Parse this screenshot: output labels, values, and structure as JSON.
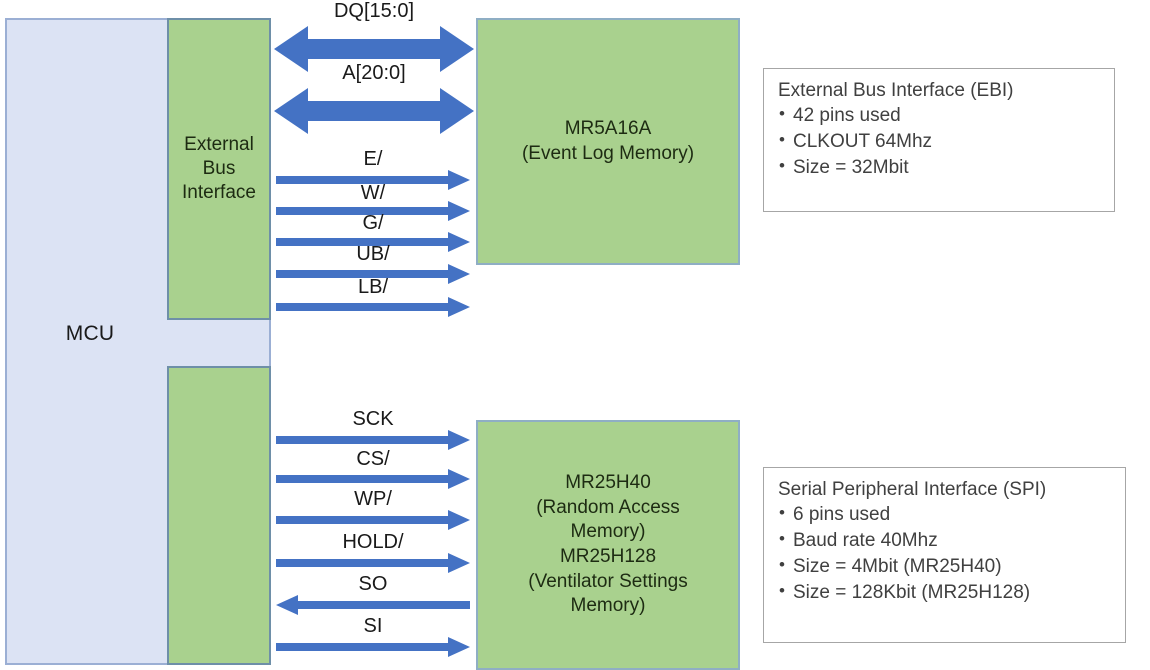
{
  "diagram": {
    "title": "MCU external memory interface block diagram",
    "colors": {
      "blue_arrow": "#4472C4",
      "block_green": "#A9D18E",
      "mcu_blue": "#DCE3F4",
      "border_blue": "#9BAFD4",
      "info_border": "#A6A6A6",
      "text_dark": "#404040"
    }
  },
  "mcu": {
    "label": "MCU",
    "ebi_sub_block": {
      "line1": "External",
      "line2": "Bus",
      "line3": "Interface"
    },
    "spi_sub_block": {
      "label": ""
    }
  },
  "memories": {
    "event_log": {
      "part": "MR5A16A",
      "description": "(Event Log Memory)"
    },
    "spi_memory": {
      "part1": "MR25H40",
      "desc1_line1": "(Random Access",
      "desc1_line2": "Memory)",
      "part2": "MR25H128",
      "desc2_line1": "(Ventilator Settings",
      "desc2_line2": "Memory)"
    }
  },
  "ebi_signals": [
    {
      "name": "DQ[15:0]",
      "direction": "bidirectional",
      "style": "wide"
    },
    {
      "name": "A[20:0]",
      "direction": "bidirectional",
      "style": "wide"
    },
    {
      "name": "E/",
      "direction": "right",
      "style": "thin"
    },
    {
      "name": "W/",
      "direction": "right",
      "style": "thin"
    },
    {
      "name": "G/",
      "direction": "right",
      "style": "thin"
    },
    {
      "name": "UB/",
      "direction": "right",
      "style": "thin"
    },
    {
      "name": "LB/",
      "direction": "right",
      "style": "thin"
    }
  ],
  "spi_signals": [
    {
      "name": "SCK",
      "direction": "right",
      "style": "thin"
    },
    {
      "name": "CS/",
      "direction": "right",
      "style": "thin"
    },
    {
      "name": "WP/",
      "direction": "right",
      "style": "thin"
    },
    {
      "name": "HOLD/",
      "direction": "right",
      "style": "thin"
    },
    {
      "name": "SO",
      "direction": "left",
      "style": "thin"
    },
    {
      "name": "SI",
      "direction": "right",
      "style": "thin"
    }
  ],
  "info_boxes": {
    "ebi": {
      "title": "External Bus Interface (EBI)",
      "bullets": [
        "42 pins used",
        "CLKOUT 64Mhz",
        "Size = 32Mbit"
      ]
    },
    "spi": {
      "title": "Serial Peripheral Interface (SPI)",
      "bullets": [
        "6 pins used",
        "Baud rate 40Mhz",
        "Size = 4Mbit (MR25H40)",
        "Size = 128Kbit (MR25H128)"
      ]
    }
  }
}
